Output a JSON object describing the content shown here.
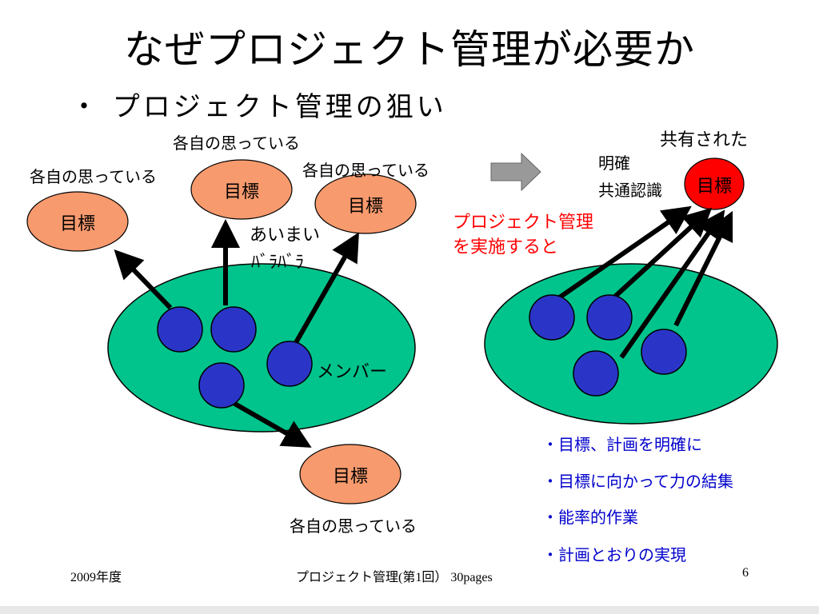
{
  "slide": {
    "title": "なぜプロジェクト管理が必要か",
    "subtitle": "・ プロジェクト管理の狙い"
  },
  "left": {
    "goal_label": "目標",
    "own_thinking": "各自の思っている",
    "vague": "あいまい",
    "scattered": "ﾊﾞﾗﾊﾞﾗ",
    "members": "メンバー"
  },
  "right": {
    "shared": "共有された",
    "clear_line1": "明確",
    "clear_line2": "共通認識",
    "goal_label": "目標",
    "implement_line1": "プロジェクト管理",
    "implement_line2": "を実施すると",
    "benefits": [
      "・目標、計画を明確に",
      "・目標に向かって力の結集",
      "・能率的作業",
      "・計画とおりの実現"
    ]
  },
  "footer": {
    "year": "2009年度",
    "course": "プロジェクト管理(第1回）  30pages",
    "page": "6"
  },
  "colors": {
    "goal_fill": "#f79a6e",
    "shared_goal_fill": "#ff0000",
    "group_fill": "#00c48c",
    "member_fill": "#2a35c8",
    "arrow_fill": "#999999",
    "emphasis_text": "#ff0000",
    "benefit_text": "#0000cc"
  }
}
